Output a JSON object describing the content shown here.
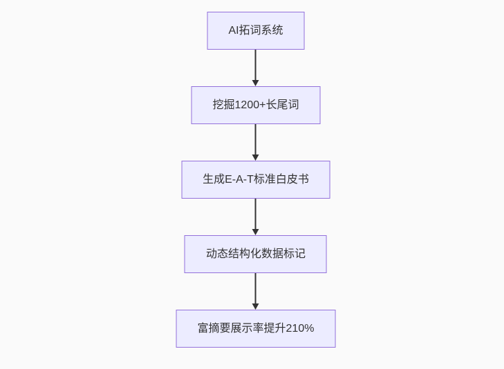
{
  "diagram": {
    "type": "flowchart",
    "direction": "top-down",
    "nodes": [
      {
        "label": "AI拓词系统"
      },
      {
        "label": "挖掘1200+长尾词"
      },
      {
        "label": "生成E-A-T标准白皮书"
      },
      {
        "label": "动态结构化数据标记"
      },
      {
        "label": "富摘要展示率提升210%"
      }
    ],
    "edges": [
      {
        "from": 0,
        "to": 1
      },
      {
        "from": 1,
        "to": 2
      },
      {
        "from": 2,
        "to": 3
      },
      {
        "from": 3,
        "to": 4
      }
    ],
    "colors": {
      "background": "#fafafa",
      "node_fill": "#ececff",
      "node_border": "#9370db",
      "arrow": "#333333",
      "text": "#333333"
    }
  }
}
